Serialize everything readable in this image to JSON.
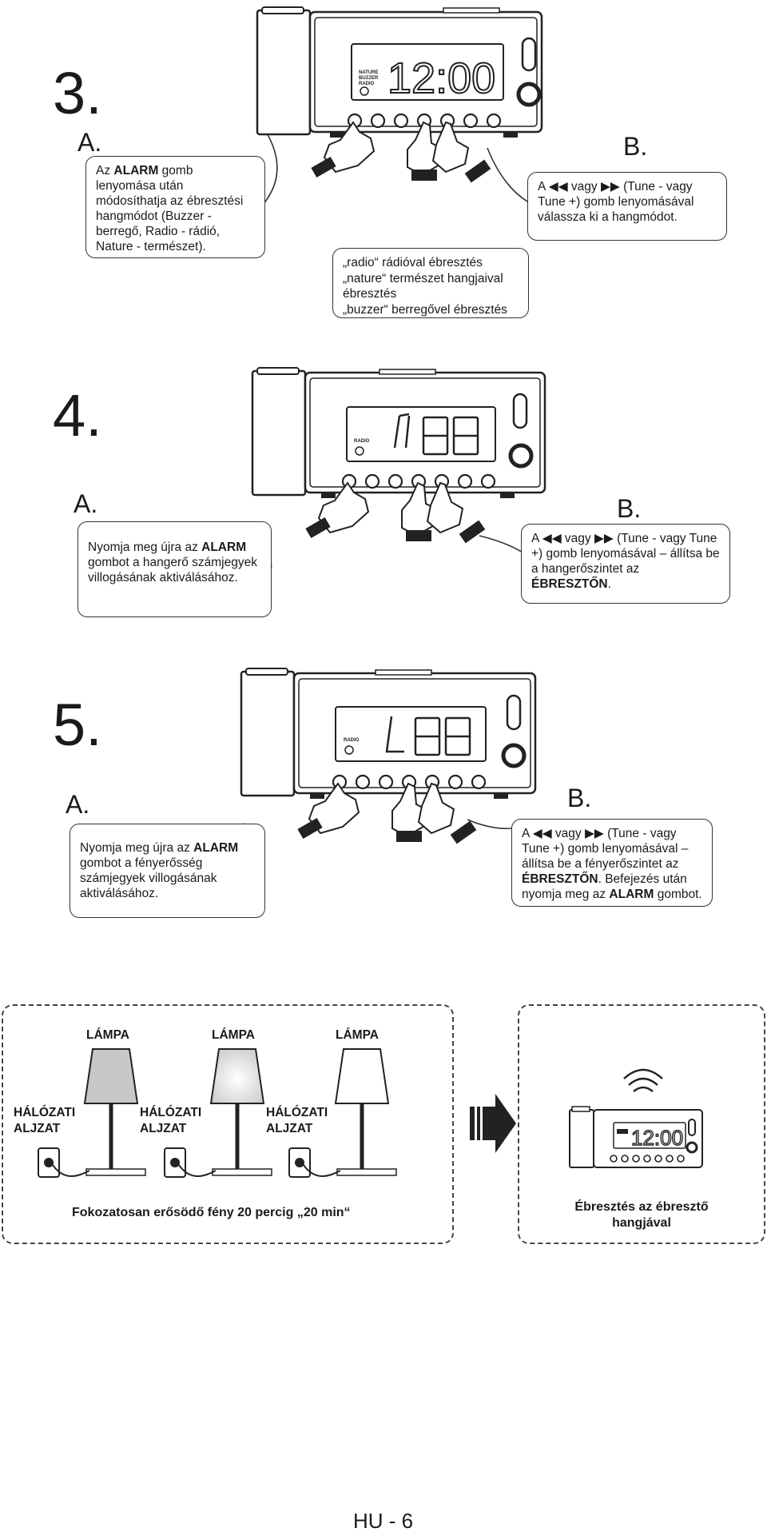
{
  "step3": {
    "num": "3.",
    "a_letter": "A.",
    "b_letter": "B.",
    "display": "12:00",
    "modes": [
      "NATURE",
      "BUZZER",
      "RADIO"
    ],
    "a_text": [
      "Az ",
      "ALARM",
      " gomb lenyomása után módosíthatja az ébresztési hangmódot (Buzzer - berregő, Radio - rádió, Nature - természet)."
    ],
    "b_text": "A ◀◀ vagy ▶▶ (Tune - vagy Tune +) gomb lenyomásával válassza ki a hangmódot.",
    "mid_lines": [
      "„radio“ rádióval ébresztés",
      "„nature“ természet hangjaival",
      "ébresztés",
      "„buzzer“ berregővel ébresztés"
    ]
  },
  "step4": {
    "num": "4.",
    "a_letter": "A.",
    "b_letter": "B.",
    "mode": "RADIO",
    "a_text": [
      "Nyomja meg újra az ",
      "ALARM",
      " gombot a hangerő számjegyek villogásának aktiválásához."
    ],
    "b_text": [
      "A ◀◀ vagy ▶▶ (Tune - vagy Tune +) gomb lenyomásával – állítsa be a hangerőszintet az ",
      "ÉBRESZTŐN",
      "."
    ]
  },
  "step5": {
    "num": "5.",
    "a_letter": "A.",
    "b_letter": "B.",
    "mode": "RADIO",
    "a_text": [
      "Nyomja meg újra az ",
      "ALARM",
      " gombot a fényerősség számjegyek villogásának aktiválásához."
    ],
    "b_text": [
      "A ◀◀ vagy ▶▶ (Tune - vagy Tune +) gomb lenyomásával – állítsa be a fényerőszintet az ",
      "ÉBRESZTŐN",
      ". Befejezés után nyomja meg az ",
      "ALARM",
      " gombot."
    ]
  },
  "lamps": {
    "lamp_label": "LÁMPA",
    "socket_label": [
      "HÁLÓZATI",
      "ALJZAT"
    ],
    "caption": "Fokozatosan erősödő fény 20 percig „20 min“",
    "shade_colors": [
      "#c8c8c8",
      "#e6e6e6",
      "#ffffff"
    ]
  },
  "wake": {
    "display": "12:00",
    "caption": [
      "Ébresztés az ébresztő",
      "hangjával"
    ]
  },
  "page_number": "HU - 6"
}
